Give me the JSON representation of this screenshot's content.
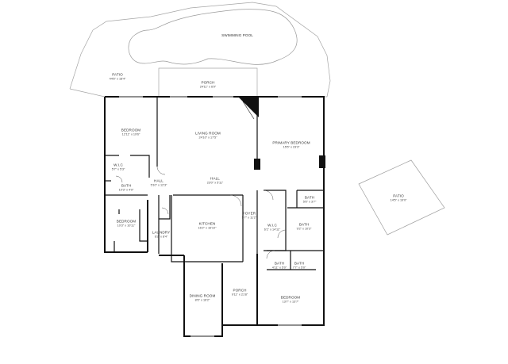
{
  "rooms": {
    "swimming_pool": {
      "name": "SWIMMING POOL",
      "dim": ""
    },
    "patio_nw": {
      "name": "PATIO",
      "dim": "44'6\" x 18'4\""
    },
    "porch_top": {
      "name": "PORCH",
      "dim": "24'11\" x 6'9\""
    },
    "bedroom_w": {
      "name": "BEDROOM",
      "dim": "12'11\" x 19'6\""
    },
    "living_room": {
      "name": "LIVING ROOM",
      "dim": "24'10\" x 17'5\""
    },
    "primary_bedroom": {
      "name": "PRIMARY BEDROOM",
      "dim": "15'5\" x 23'3\""
    },
    "wic_w": {
      "name": "W.I.C",
      "dim": "5'7\" x 5'3\""
    },
    "hall_w": {
      "name": "HALL",
      "dim": "5'10\" x 12'3\""
    },
    "hall_c": {
      "name": "HALL",
      "dim": "23'0\" x 5'11\""
    },
    "bath_w": {
      "name": "BATH",
      "dim": "10'3\" x 4'9\""
    },
    "bath_e1": {
      "name": "BATH",
      "dim": "5'6\" x 3'7\""
    },
    "patio_e": {
      "name": "PATIO",
      "dim": "14'5\" x 19'0\""
    },
    "bedroom_sw": {
      "name": "BEDROOM",
      "dim": "10'3\" x 10'11\""
    },
    "foyer": {
      "name": "FOYER",
      "dim": "5'7\" x 11'2\""
    },
    "wic_e": {
      "name": "W.I.C",
      "dim": "6'1\" x 14'11\""
    },
    "bath_e2": {
      "name": "BATH",
      "dim": "9'2\" x 10'3\""
    },
    "kitchen": {
      "name": "KITCHEN",
      "dim": "16'2\" x 16'10\""
    },
    "laundry": {
      "name": "LAUNDRY",
      "dim": "6'2\" x 8'4\""
    },
    "bath_s1": {
      "name": "BATH",
      "dim": "4'11\" x 5'0\""
    },
    "bath_s2": {
      "name": "BATH",
      "dim": "7'7\" x 5'0\""
    },
    "dining_room": {
      "name": "DINING ROOM",
      "dim": "8'6\" x 16'2\""
    },
    "porch_s": {
      "name": "PORCH",
      "dim": "9'11\" x 21'8\""
    },
    "bedroom_se": {
      "name": "BEDROOM",
      "dim": "13'7\" x 13'7\""
    }
  },
  "colors": {
    "wall": "#111111",
    "outline": "#9a9a9a",
    "text": "#333333"
  }
}
